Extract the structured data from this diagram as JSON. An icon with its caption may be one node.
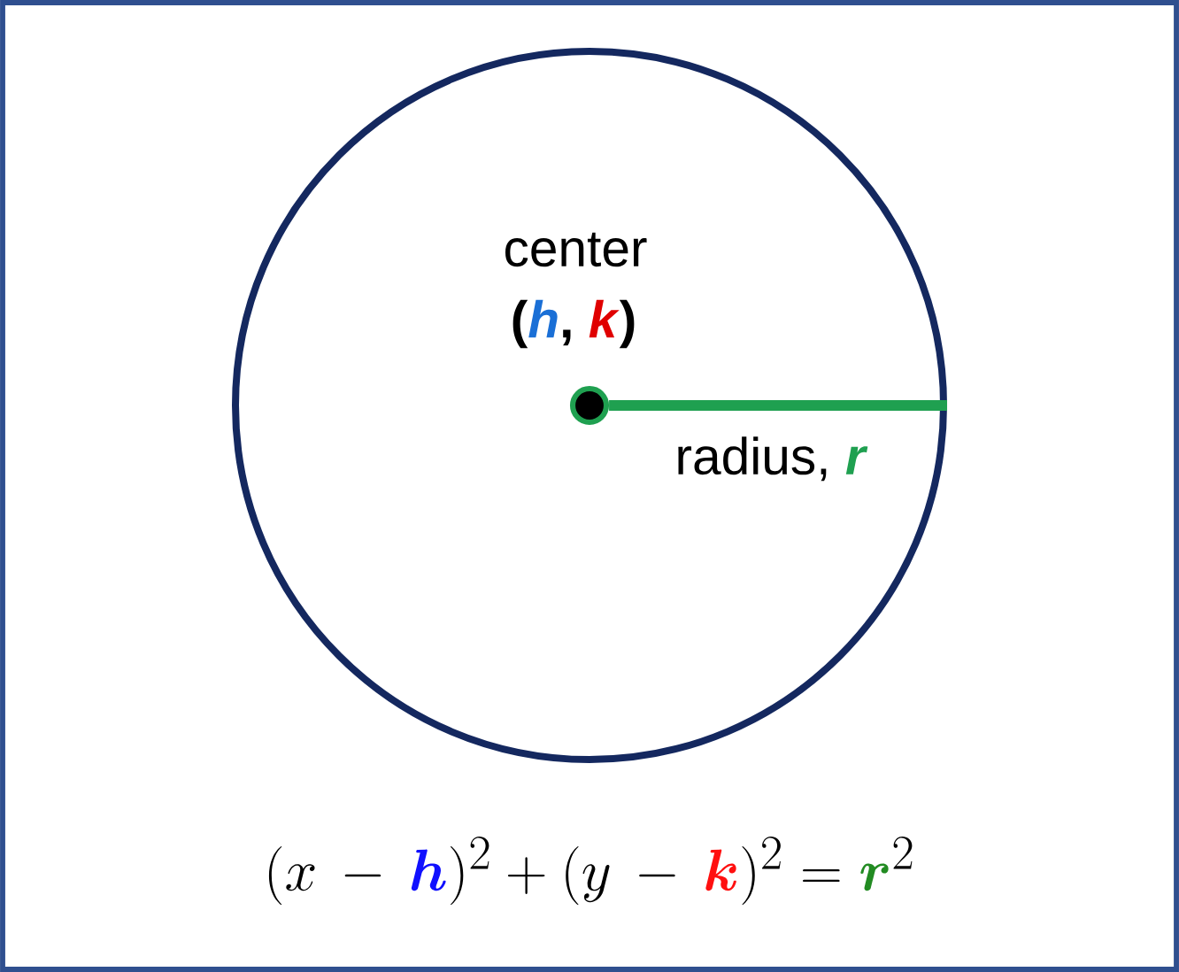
{
  "diagram": {
    "nodes": [
      {
        "text": [],
        "shape": "circle"
      },
      {
        "text": [],
        "shape": "circle",
        "in": 0
      }
    ],
    "edges": [
      {
        "from": 1,
        "to": 0,
        "arrow": "none",
        "label": "\\textrm{radius, }\\textcolor[HTML]{1FA050}{\\textbf{\\textit{r}}}",
        "color": "#1fa050"
      }
    ],
    "labels": [
      "center",
      "\\textbf{(\\textcolor[HTML]{1A6FD6}{\\textit{h}}, \\textcolor[HTML]{E00000}{\\textit{k}})}",
      "(x\\,-\\,\\boldsymbol{\\textcolor[HTML]{1010FF}{h}})^2+(y\\,-\\,\\boldsymbol{\\textcolor[HTML]{FF1010}{k}})^2=\\boldsymbol{\\textcolor[HTML]{228B22}{r}}^2"
    ]
  }
}
